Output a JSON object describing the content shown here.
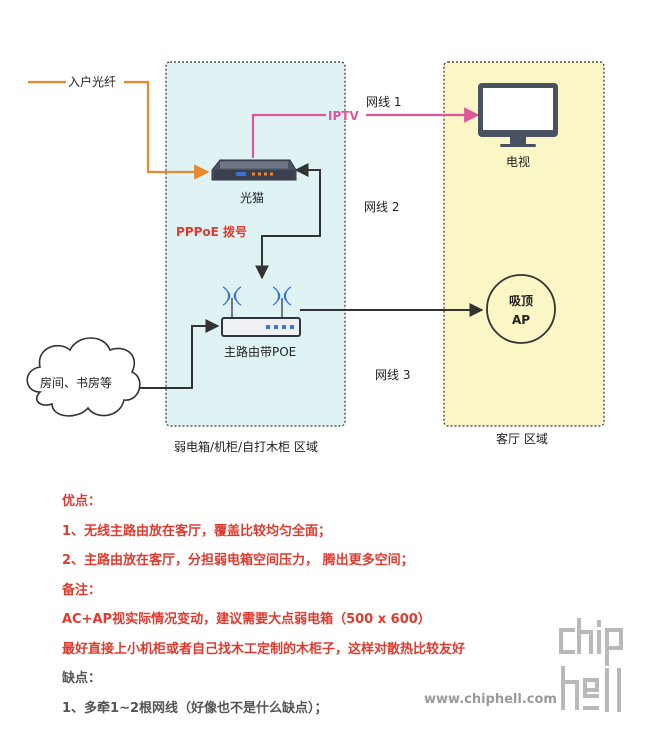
{
  "labels": {
    "fiber_in": "入户光纤",
    "modem": "光猫",
    "pppoe": "PPPoE 拨号",
    "iptv": "IPTV",
    "cable1": "网线 1",
    "cable2": "网线 2",
    "cable3": "网线 3",
    "tv": "电视",
    "router": "主路由带POE",
    "rooms": "房间、书房等",
    "ap_line1": "吸顶",
    "ap_line2": "AP",
    "zone_cabinet": "弱电箱/机柜/自打木柜 区域",
    "zone_living": "客厅 区域"
  },
  "notes": [
    {
      "text": "优点：",
      "color": "red"
    },
    {
      "text": "1、无线主路由放在客厅，覆盖比较均匀全面；",
      "color": "red"
    },
    {
      "text": "2、主路由放在客厅，分担弱电箱空间压力， 腾出更多空间；",
      "color": "red"
    },
    {
      "text": "备注：",
      "color": "red"
    },
    {
      "text": "AC+AP视实际情况变动，建议需要大点弱电箱（500 x 600）",
      "color": "red"
    },
    {
      "text": "最好直接上小机柜或者自己找木工定制的木柜子，这样对散热比较友好",
      "color": "red"
    },
    {
      "text": "缺点：",
      "color": "gray"
    },
    {
      "text": "1、多牵1~2根网线（好像也不是什么缺点）；",
      "color": "gray"
    }
  ],
  "watermark": {
    "site": "www.chiphell.com",
    "logo": "chip hell"
  },
  "colors": {
    "fiber": "#e8872c",
    "iptv": "#e0559a",
    "cable": "#333333",
    "zone_cabinet_fill": "#dff3f5",
    "zone_living_fill": "#fbf6c5",
    "ap_fill": "#fbf6c5",
    "note_red": "#e03a2f",
    "note_gray": "#555555"
  }
}
